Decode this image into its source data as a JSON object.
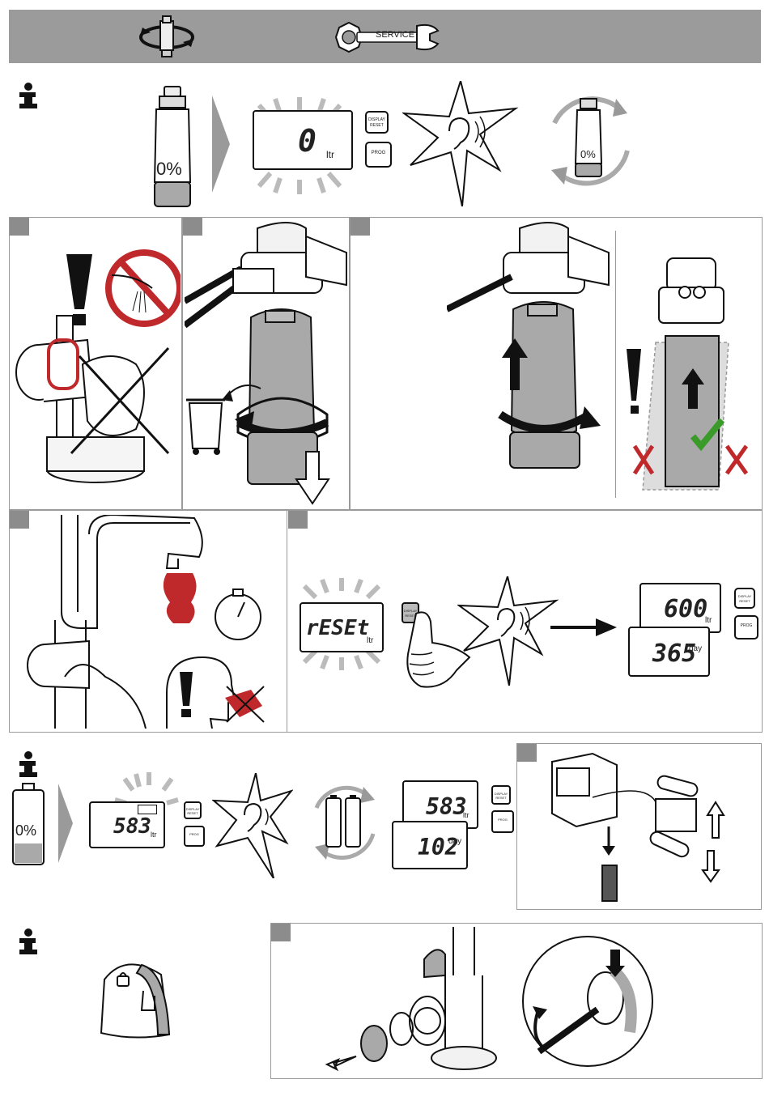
{
  "header": {
    "service_label": "SERVICE"
  },
  "info_row": {
    "filter_percent": "0%",
    "display_value": "0",
    "display_unit": "ltr",
    "button_display_reset": "DISPLAY RESET",
    "button_prog": "PROG",
    "rotate_filter_percent": "0%"
  },
  "reset_panel": {
    "flash_text": "rESEt",
    "flash_unit": "ltr",
    "button_display_reset": "DISPLAY RESET",
    "result_volume": "600",
    "result_volume_unit": "ltr",
    "result_days": "365",
    "result_days_unit": "day",
    "button_display_reset_2": "DISPLAY RESET",
    "button_prog_2": "PROG"
  },
  "battery_row": {
    "battery_percent": "0%",
    "display_value": "583",
    "display_unit": "ltr",
    "button_display_reset": "DISPLAY RESET",
    "button_prog": "PROG",
    "result_volume": "583",
    "result_volume_unit": "ltr",
    "result_days": "102",
    "result_days_unit": "day",
    "button_display_reset_2": "DISPLAY RESET",
    "button_prog_2": "PROG"
  },
  "colors": {
    "header_bg": "#9b9b9b",
    "panel_border": "#9a9a9a",
    "warning_red": "#c0292b",
    "check_green": "#3a9a2a",
    "filter_gray": "#a9a9a9"
  }
}
